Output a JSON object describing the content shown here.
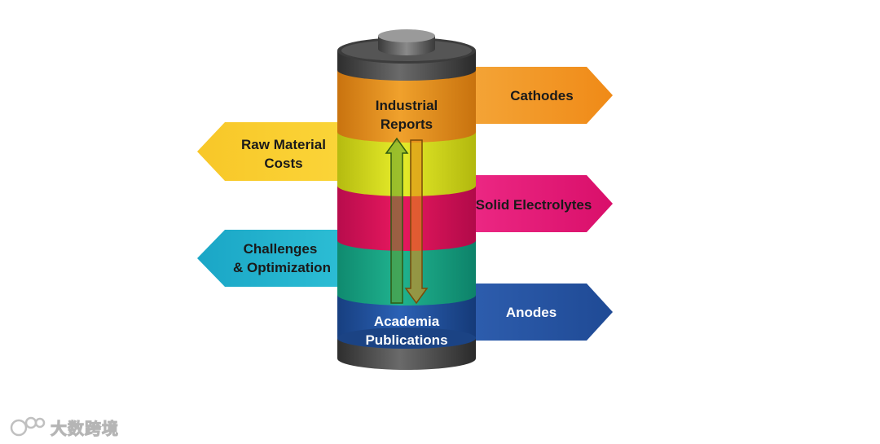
{
  "battery": {
    "top_label": [
      "Industrial",
      "Reports"
    ],
    "bottom_label": [
      "Academia",
      "Publications"
    ]
  },
  "arrows": {
    "raw_material": [
      "Raw Material",
      "Costs"
    ],
    "challenges": [
      "Challenges",
      "& Optimization"
    ],
    "cathodes": "Cathodes",
    "solid_electrolytes": "Solid Electrolytes",
    "anodes": "Anodes"
  },
  "watermark": "大数跨境",
  "colors": {
    "orange": "#f09a1d",
    "yellow": "#d8e01b",
    "magenta": "#e0105f",
    "teal": "#1aa899",
    "blue": "#1f4f9a",
    "cyan": "#1fb0c9"
  }
}
